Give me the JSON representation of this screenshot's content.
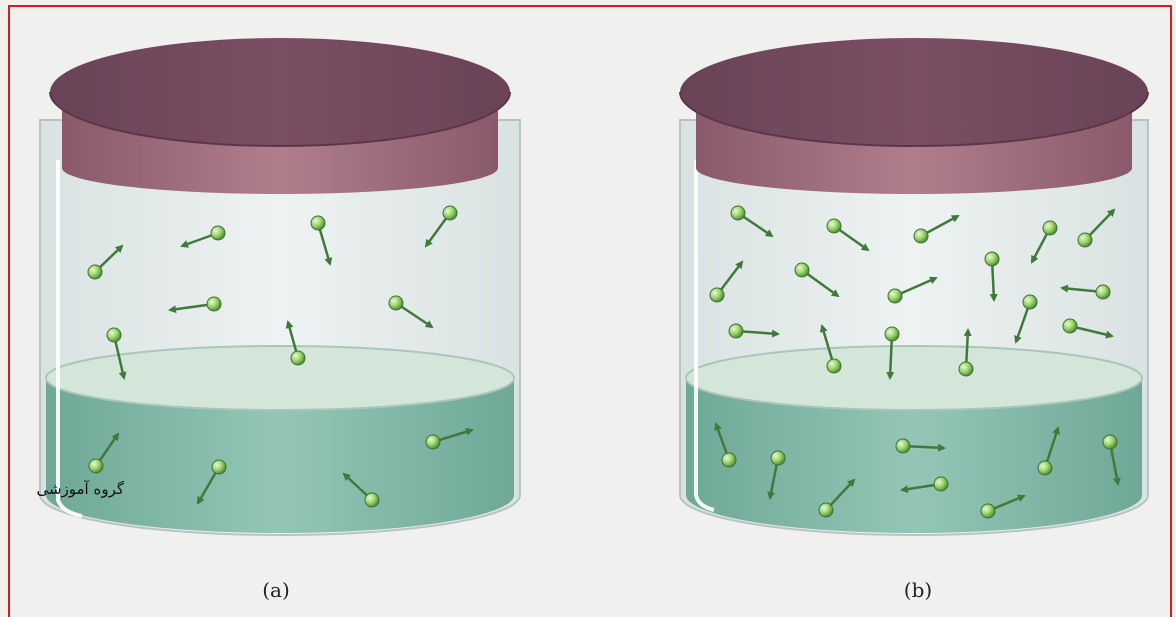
{
  "panels": [
    {
      "id": "a",
      "caption": "(a)"
    },
    {
      "id": "b",
      "caption": "(b)"
    }
  ],
  "watermark_text": "گروه آموزشی",
  "colors": {
    "lid": "#7d4e63",
    "liquid": "#8fc5b4",
    "molecule": "#9ad56a",
    "arrow": "#3f7a3a",
    "frame": "#e01818"
  },
  "legend_icons": [
    "jar-icon",
    "molecule-icon",
    "arrow-icon"
  ]
}
